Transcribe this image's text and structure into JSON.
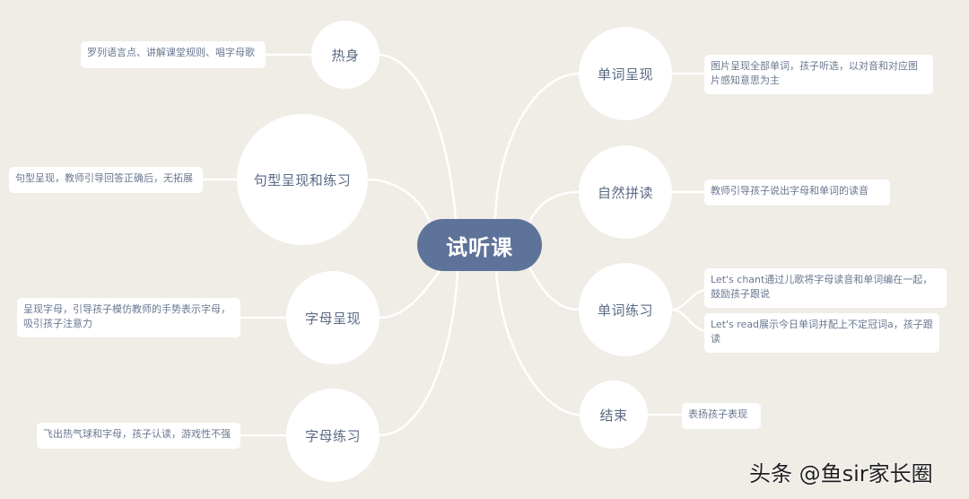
{
  "root": {
    "label": "试听课",
    "color": "#5e7399"
  },
  "left_branches": [
    {
      "label": "热身",
      "note": "罗列语言点、讲解课堂规则、唱字母歌"
    },
    {
      "label": "句型呈现和练习",
      "note": "句型呈现，教师引导回答正确后，无拓展"
    },
    {
      "label": "字母呈现",
      "note": "呈现字母，引导孩子模仿教师的手势表示字母，吸引孩子注意力"
    },
    {
      "label": "字母练习",
      "note": "飞出热气球和字母，孩子认读，游戏性不强"
    }
  ],
  "right_branches": [
    {
      "label": "单词呈现",
      "note": "图片呈现全部单词，孩子听选，以对音和对应图片感知意思为主"
    },
    {
      "label": "自然拼读",
      "note": "教师引导孩子说出字母和单词的读音"
    },
    {
      "label": "单词练习",
      "notes": [
        "Let's chant通过儿歌将字母读音和单词编在一起，鼓励孩子跟说",
        "Let's read展示今日单词并配上不定冠词a，孩子跟读"
      ]
    },
    {
      "label": "结束",
      "note": "表扬孩子表现"
    }
  ],
  "watermark": "头条 @鱼sir家长圈",
  "colors": {
    "background": "#f0ece6",
    "node": "#ffffff",
    "text": "#5b6a85",
    "link": "#ffffff"
  }
}
